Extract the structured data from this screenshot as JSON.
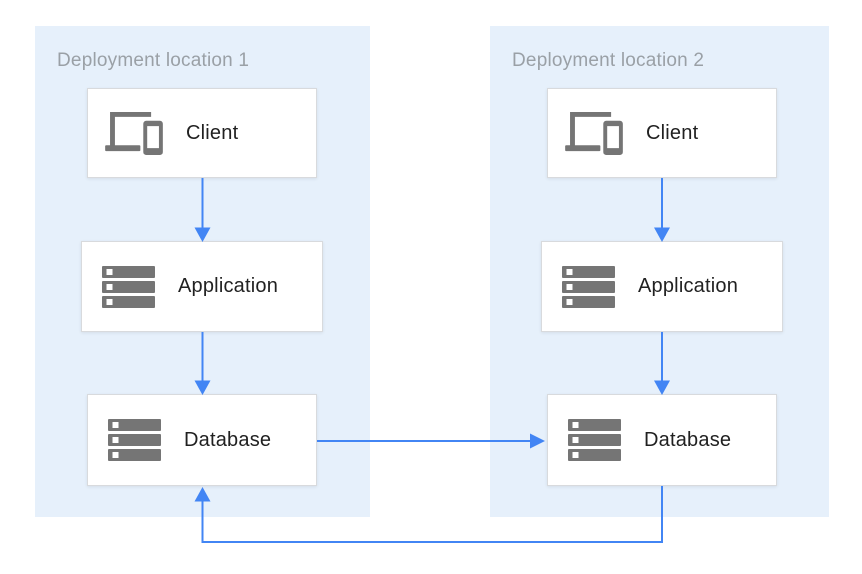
{
  "diagram": {
    "panels": [
      {
        "label": "Deployment location 1",
        "nodes": [
          {
            "id": "client-1",
            "label": "Client",
            "icon": "client-devices-icon"
          },
          {
            "id": "application-1",
            "label": "Application",
            "icon": "server-stack-icon"
          },
          {
            "id": "database-1",
            "label": "Database",
            "icon": "server-stack-icon"
          }
        ]
      },
      {
        "label": "Deployment location 2",
        "nodes": [
          {
            "id": "client-2",
            "label": "Client",
            "icon": "client-devices-icon"
          },
          {
            "id": "application-2",
            "label": "Application",
            "icon": "server-stack-icon"
          },
          {
            "id": "database-2",
            "label": "Database",
            "icon": "server-stack-icon"
          }
        ]
      }
    ],
    "connections": [
      {
        "from": "client-1",
        "to": "application-1",
        "direction": "down"
      },
      {
        "from": "application-1",
        "to": "database-1",
        "direction": "down"
      },
      {
        "from": "client-2",
        "to": "application-2",
        "direction": "down"
      },
      {
        "from": "application-2",
        "to": "database-2",
        "direction": "down"
      },
      {
        "from": "database-1",
        "to": "database-2",
        "direction": "right"
      },
      {
        "from": "database-2",
        "to": "database-1",
        "direction": "bottom-loop"
      }
    ]
  },
  "colors": {
    "background": "#FFFFFF",
    "panel_bg": "#E6F0FB",
    "panel_label": "#9AA0A6",
    "node_bg": "#FFFFFF",
    "node_border": "#D8DADD",
    "node_text": "#212121",
    "icon": "#757575",
    "arrow": "#4285F4"
  }
}
